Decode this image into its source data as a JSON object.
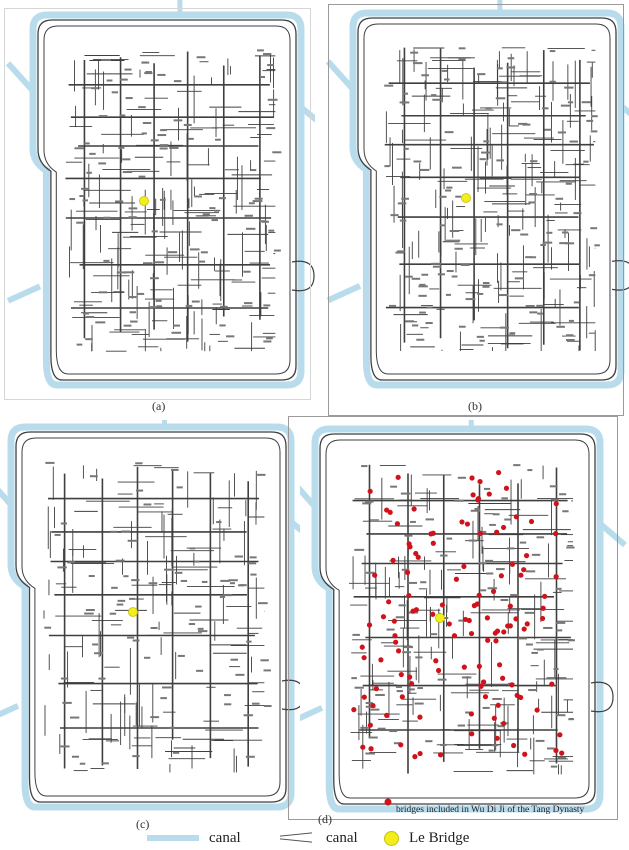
{
  "panels": [
    {
      "id": "a",
      "label": "(a)"
    },
    {
      "id": "b",
      "label": "(b)"
    },
    {
      "id": "c",
      "label": "(c)"
    },
    {
      "id": "d",
      "label": "(d)",
      "note_text": "bridges included in Wu Di Ji of the Tang Dynasty"
    }
  ],
  "legend": {
    "canal_wide": "canal",
    "canal_channel": "canal",
    "le_bridge": "Le Bridge"
  },
  "colors": {
    "canal": "#b9dcec",
    "road": "#3f3f3f",
    "le_bridge": "#f2ee1e",
    "tang_bridge": "#d0121b"
  }
}
